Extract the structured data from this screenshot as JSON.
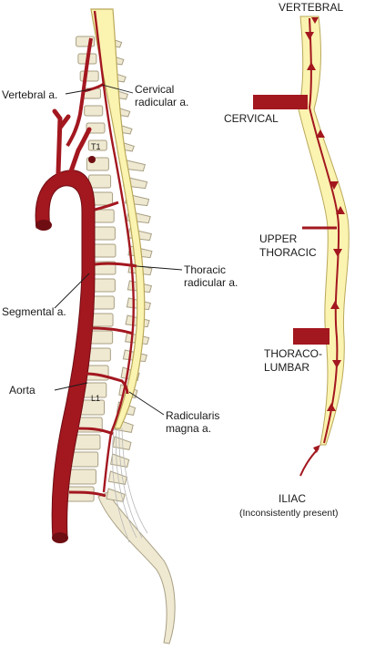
{
  "colors": {
    "artery": "#a3171f",
    "artery_dark": "#6e0d12",
    "cord": "#fbf3b0",
    "cord_edge": "#b9a85a",
    "bone": "#efe9d2",
    "bone_edge": "#a89f83",
    "leader": "#1a1a1a"
  },
  "left_labels": {
    "vertebral": "Vertebral a.",
    "cervical_1": "Cervical",
    "cervical_2": "radicular a.",
    "t1": "T1",
    "thoracic_1": "Thoracic",
    "thoracic_2": "radicular a.",
    "segmental": "Segmental a.",
    "aorta": "Aorta",
    "l1": "L1",
    "magna_1": "Radicularis",
    "magna_2": "magna a."
  },
  "right_labels": {
    "vertebral": "VERTEBRAL",
    "cervical": "CERVICAL",
    "upper_1": "UPPER",
    "upper_2": "THORACIC",
    "thoraco_1": "THORACO-",
    "thoraco_2": "LUMBAR",
    "iliac": "ILIAC",
    "iliac_note": "(Inconsistently present)"
  }
}
